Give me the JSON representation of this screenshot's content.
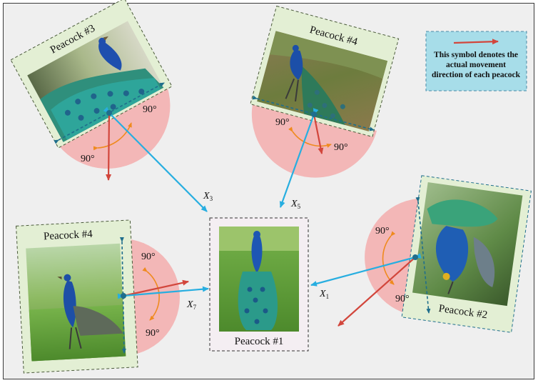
{
  "diagram": {
    "peacocks": [
      {
        "id": "p3",
        "label": "Peacock #3",
        "angle_a": "90°",
        "angle_b": "90°",
        "distance": "X3"
      },
      {
        "id": "p4top",
        "label": "Peacock #4",
        "angle_a": "90°",
        "angle_b": "90°",
        "distance": "X5"
      },
      {
        "id": "p4left",
        "label": "Peacock #4",
        "angle_a": "90°",
        "angle_b": "90°",
        "distance": "X7"
      },
      {
        "id": "p1",
        "label": "Peacock #1"
      },
      {
        "id": "p2",
        "label": "Peacock #2",
        "angle_a": "90°",
        "angle_b": "90°",
        "distance": "X1"
      }
    ],
    "legend": {
      "line1": "This symbol denotes the",
      "line2": "actual movement",
      "line3": "direction of each peacock"
    },
    "colors": {
      "movement_arrow": "#d2463c",
      "distance_arrow": "#27aee0",
      "angle_arc": "#ef8a1e",
      "sector_fill": "#f3b7b7",
      "card_fill": "#e3efd4",
      "card_dash": "#4a5a3a",
      "edge_dash": "#1f6e8c",
      "legend_fill": "#a7dde9",
      "frame_fill": "#efefef"
    }
  }
}
